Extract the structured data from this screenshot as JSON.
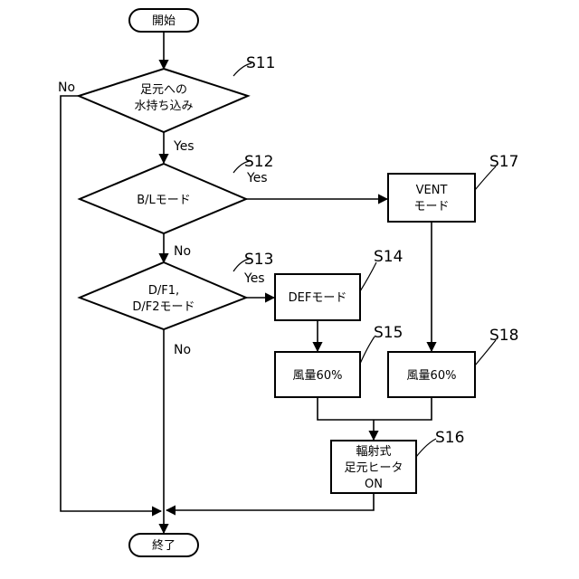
{
  "start": {
    "label": "開始"
  },
  "end": {
    "label": "終了"
  },
  "s11": {
    "id": "S11",
    "line1": "足元への",
    "line2": "水持ち込み",
    "yes": "Yes",
    "no": "No"
  },
  "s12": {
    "id": "S12",
    "line1": "B/Lモード",
    "yes": "Yes",
    "no": "No"
  },
  "s13": {
    "id": "S13",
    "line1": "D/F1,",
    "line2": "D/F2モード",
    "yes": "Yes",
    "no": "No"
  },
  "s14": {
    "id": "S14",
    "line1": "DEFモード"
  },
  "s15": {
    "id": "S15",
    "line1": "風量60%"
  },
  "s16": {
    "id": "S16",
    "line1": "輻射式",
    "line2": "足元ヒータ",
    "line3": "ON"
  },
  "s17": {
    "id": "S17",
    "line1": "VENT",
    "line2": "モード"
  },
  "s18": {
    "id": "S18",
    "line1": "風量60%"
  }
}
